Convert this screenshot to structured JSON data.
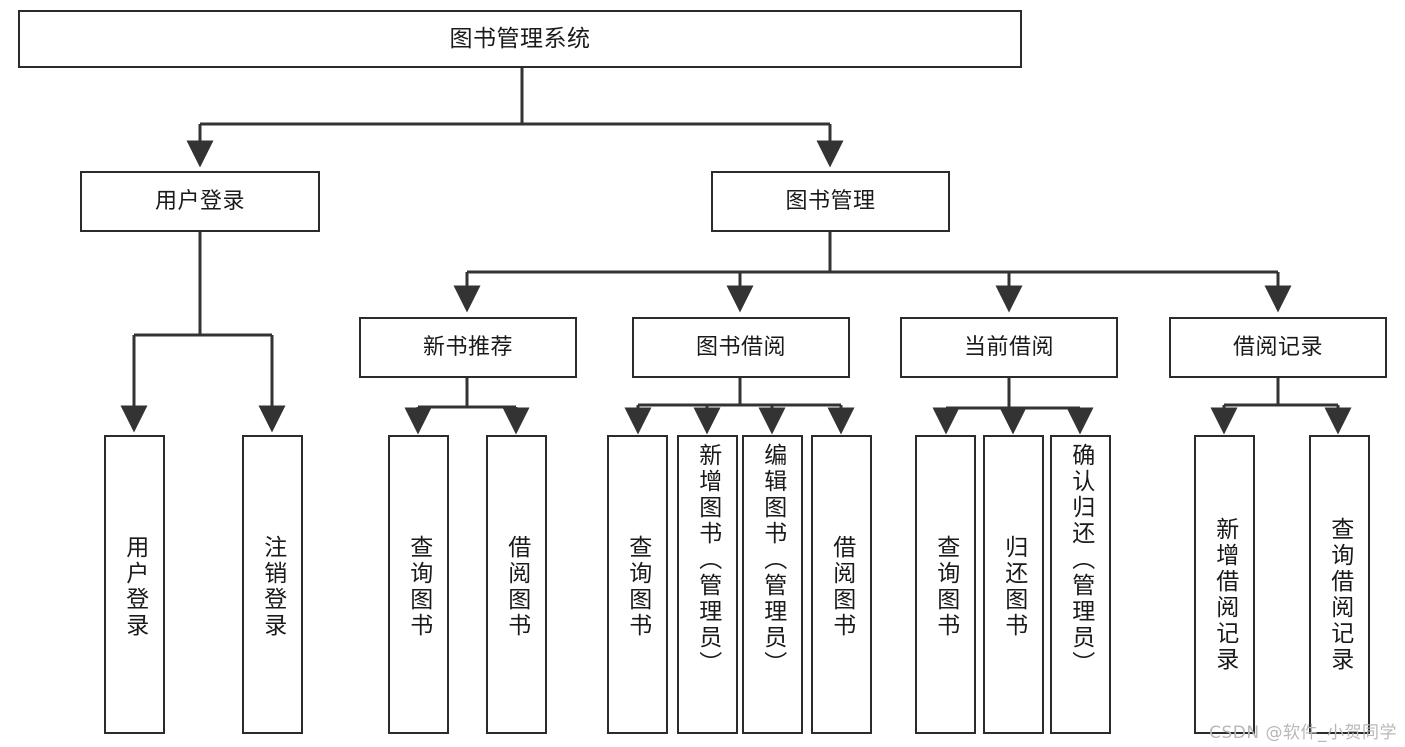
{
  "diagram": {
    "title": "图书管理系统",
    "type": "tree-hierarchy",
    "watermark": "CSDN @软件_小贺同学",
    "colors": {
      "box_border": "#2b2b2b",
      "box_fill": "#ffffff",
      "connector": "#333333",
      "text": "#1a1a1a",
      "watermark": "#b8b8b8",
      "background": "#ffffff"
    },
    "root": {
      "label": "图书管理系统"
    },
    "level2": [
      {
        "id": "user-login",
        "label": "用户登录"
      },
      {
        "id": "book-manage",
        "label": "图书管理"
      }
    ],
    "level3": [
      {
        "id": "new-book-rec",
        "label": "新书推荐"
      },
      {
        "id": "book-borrow",
        "label": "图书借阅"
      },
      {
        "id": "current-borrow",
        "label": "当前借阅"
      },
      {
        "id": "borrow-record",
        "label": "借阅记录"
      }
    ],
    "leaves": {
      "user_login": [
        {
          "id": "leaf-user-login",
          "label": "用户登录"
        },
        {
          "id": "leaf-logout-login",
          "label": "注销登录"
        }
      ],
      "new_book_rec": [
        {
          "id": "leaf-query-book-1",
          "label": "查询图书"
        },
        {
          "id": "leaf-borrow-book-1",
          "label": "借阅图书"
        }
      ],
      "book_borrow": [
        {
          "id": "leaf-query-book-2",
          "label": "查询图书"
        },
        {
          "id": "leaf-add-book",
          "label": "新增图书（管理员）"
        },
        {
          "id": "leaf-edit-book",
          "label": "编辑图书（管理员）"
        },
        {
          "id": "leaf-borrow-book-2",
          "label": "借阅图书"
        }
      ],
      "current_borrow": [
        {
          "id": "leaf-query-book-3",
          "label": "查询图书"
        },
        {
          "id": "leaf-return-book",
          "label": "归还图书"
        },
        {
          "id": "leaf-confirm-return",
          "label": "确认归还（管理员）"
        }
      ],
      "borrow_record": [
        {
          "id": "leaf-add-record",
          "label": "新增借阅记录"
        },
        {
          "id": "leaf-query-record",
          "label": "查询借阅记录"
        }
      ]
    }
  }
}
